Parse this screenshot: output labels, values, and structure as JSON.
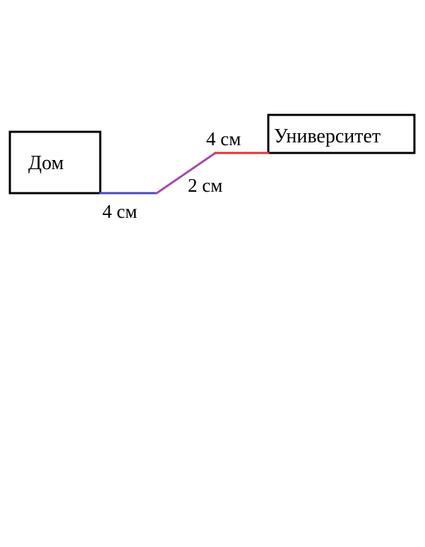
{
  "nodes": {
    "home": {
      "label": "Дом"
    },
    "university": {
      "label": "Университет"
    }
  },
  "segments": [
    {
      "label": "4 см",
      "color": "#4a4ab8"
    },
    {
      "label": "2 см",
      "color": "#a24aa8"
    },
    {
      "label": "4 см",
      "color": "#e0303a"
    }
  ]
}
